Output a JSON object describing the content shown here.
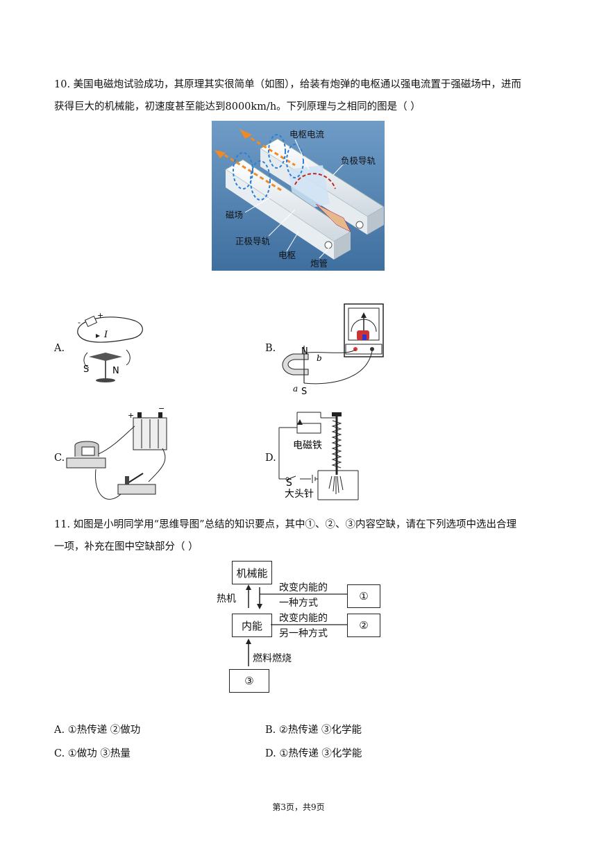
{
  "q10": {
    "line1": "10. 美国电磁炮试验成功，其原理其实很简单（如图），给装有炮弹的电枢通以强电流置于强磁场中，进而",
    "line2": "获得巨大的机械能，初速度甚至能达到8000km/h。下列原理与之相同的图是（        ）",
    "figure": {
      "label_current": "电枢电流",
      "label_neg_rail": "负极导轨",
      "label_field": "磁场",
      "label_pos_rail": "正极导轨",
      "label_armature": "电枢",
      "label_barrel": "炮管"
    },
    "options": {
      "a_label": "A.",
      "a_minus": "-",
      "a_plus": "+",
      "a_current": "I",
      "a_s": "S",
      "a_n": "N",
      "b_label": "B.",
      "b_n": "N",
      "b_b": "b",
      "b_a": "a",
      "b_s": "S",
      "c_label": "C.",
      "c_plus": "+",
      "c_minus": "−",
      "d_label": "D.",
      "d_magnet": "电磁铁",
      "d_s": "S",
      "d_pins": "大头针"
    }
  },
  "q11": {
    "line1": "11. 如图是小明同学用“思维导图”总结的知识要点，其中①、②、③内容空缺，请在下列选项中选出合理",
    "line2": "一项，补充在图中空缺部分（        ）",
    "map": {
      "mech": "机械能",
      "internal": "内能",
      "engine": "热机",
      "way1_a": "改变内能的",
      "way1_b": "一种方式",
      "way2_a": "改变内能的",
      "way2_b": "另一种方式",
      "c1": "①",
      "c2": "②",
      "c3": "③",
      "fuel": "燃料燃烧"
    },
    "answers": {
      "A": "A. ①热传递 ②做功",
      "B": "B. ②热传递 ③化学能",
      "C": "C. ①做功 ③热量",
      "D": "D. ①热传递 ③化学能"
    }
  },
  "footer": "第3页，共9页"
}
